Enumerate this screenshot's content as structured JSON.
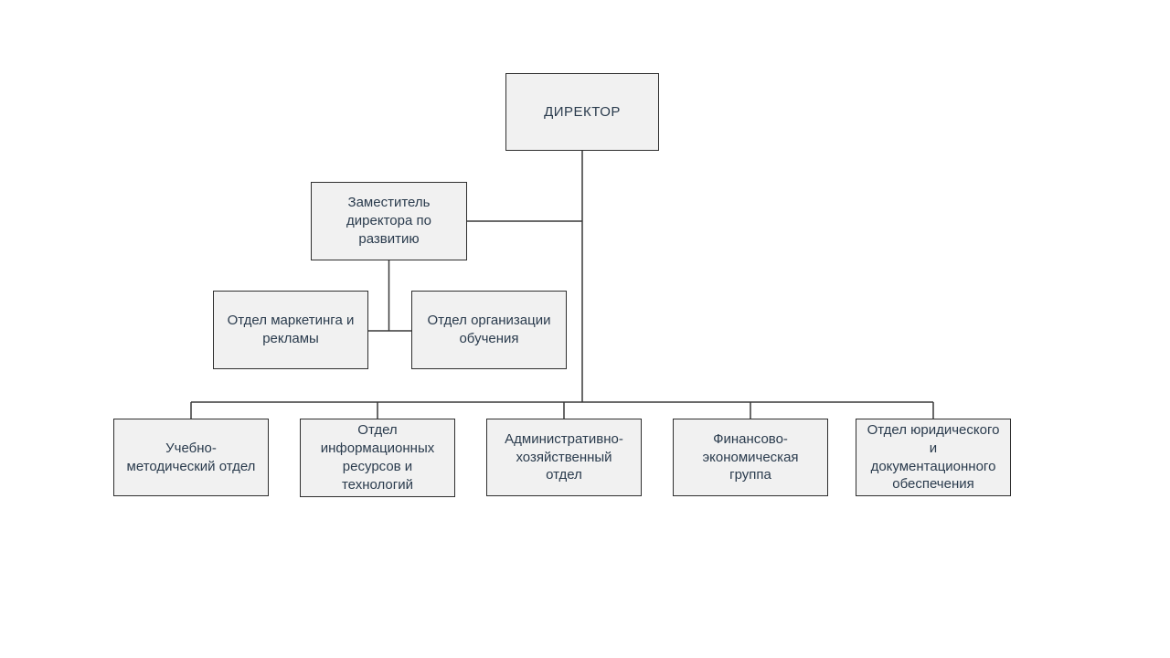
{
  "diagram": {
    "type": "org-chart",
    "language": "ru"
  },
  "nodes": [
    {
      "id": "director",
      "label": "ДИРЕКТОР",
      "reports_to": null
    },
    {
      "id": "deputy-development",
      "label": "Заместитель\nдиректора по\nразвитию",
      "reports_to": "director"
    },
    {
      "id": "marketing-advertising",
      "label": "Отдел маркетинга и\nрекламы",
      "reports_to": "deputy-development"
    },
    {
      "id": "training-organization",
      "label": "Отдел организации\nобучения",
      "reports_to": "deputy-development"
    },
    {
      "id": "methodical",
      "label": "Учебно-\nметодический отдел",
      "reports_to": "director"
    },
    {
      "id": "info-resources",
      "label": "Отдел\nинформационных\nресурсов и\nтехнологий",
      "reports_to": "director"
    },
    {
      "id": "admin-household",
      "label": "Административно-\nхозяйственный\nотдел",
      "reports_to": "director"
    },
    {
      "id": "finance-economic",
      "label": "Финансово-\nэкономическая\nгруппа",
      "reports_to": "director"
    },
    {
      "id": "legal-documentation",
      "label": "Отдел юридического\nи\nдокументационного\nобеспечения",
      "reports_to": "director"
    }
  ],
  "colors": {
    "background": "#ffffff",
    "box_fill": "#f1f1f1",
    "box_border": "#2f2f2f",
    "text": "#2a3b4d",
    "connector": "#383838"
  }
}
